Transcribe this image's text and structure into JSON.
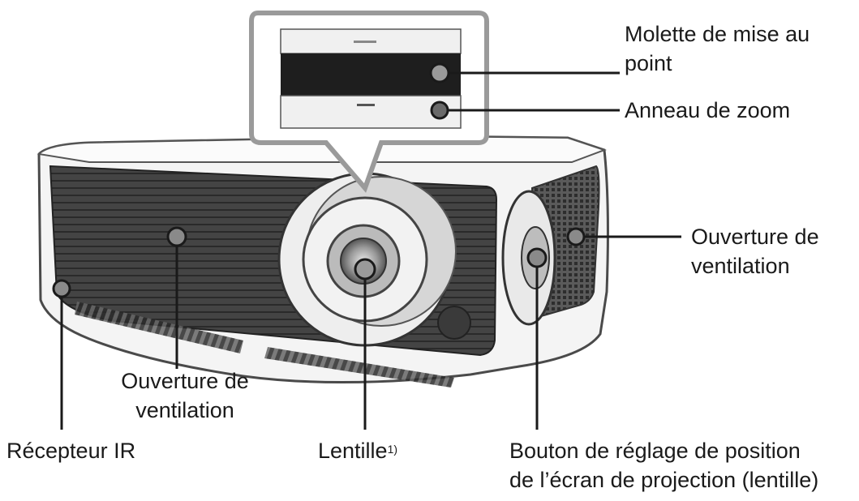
{
  "labels": {
    "focus_ring": [
      "Molette de mise au",
      "point"
    ],
    "zoom_ring": "Anneau de zoom",
    "vent_right": [
      "Ouverture de",
      "ventilation"
    ],
    "vent_front": [
      "Ouverture de",
      "ventilation"
    ],
    "ir_receiver": "Récepteur IR",
    "lens": "Lentille",
    "lens_note": "1)",
    "lens_shift_button": [
      "Bouton de réglage de position",
      "de l’écran de projection (lentille)"
    ]
  },
  "colors": {
    "ink": "#1a1a1a",
    "body": "#f2f2f2",
    "grille": "#3a3a3a",
    "marker": "#8a8a8a",
    "callout_border": "#9a9a9a"
  },
  "icons": {
    "marker": "circle-marker-icon",
    "leader": "leader-line"
  }
}
